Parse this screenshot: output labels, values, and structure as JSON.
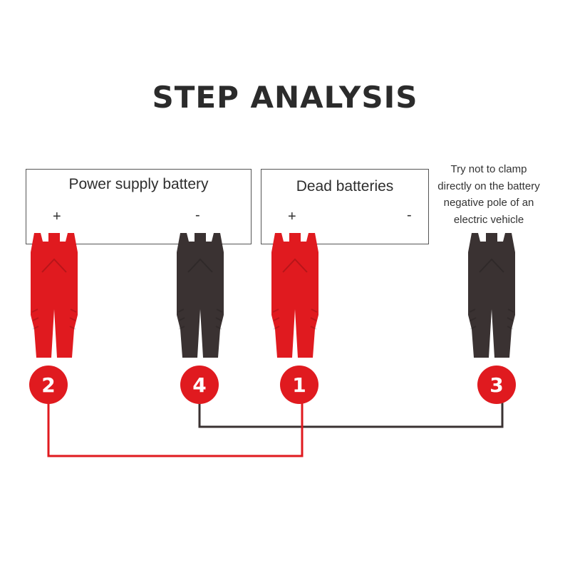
{
  "title": "STEP ANALYSIS",
  "power_supply_battery": {
    "label": "Power supply battery",
    "positive": "+",
    "negative": "-"
  },
  "dead_battery": {
    "label": "Dead batteries",
    "positive": "+",
    "negative": "-"
  },
  "note": [
    "Try not to clamp",
    "directly on the battery",
    "negative pole of an",
    "electric vehicle"
  ],
  "steps": [
    {
      "number": "2",
      "clamp_color": "red",
      "target": "power supply battery +"
    },
    {
      "number": "4",
      "clamp_color": "black",
      "target": "power supply battery -"
    },
    {
      "number": "1",
      "clamp_color": "red",
      "target": "dead battery +"
    },
    {
      "number": "3",
      "clamp_color": "black",
      "target": "vehicle ground"
    }
  ],
  "colors": {
    "red": "#e01a1f",
    "black": "#3a3232",
    "text": "#2b2b2b"
  }
}
